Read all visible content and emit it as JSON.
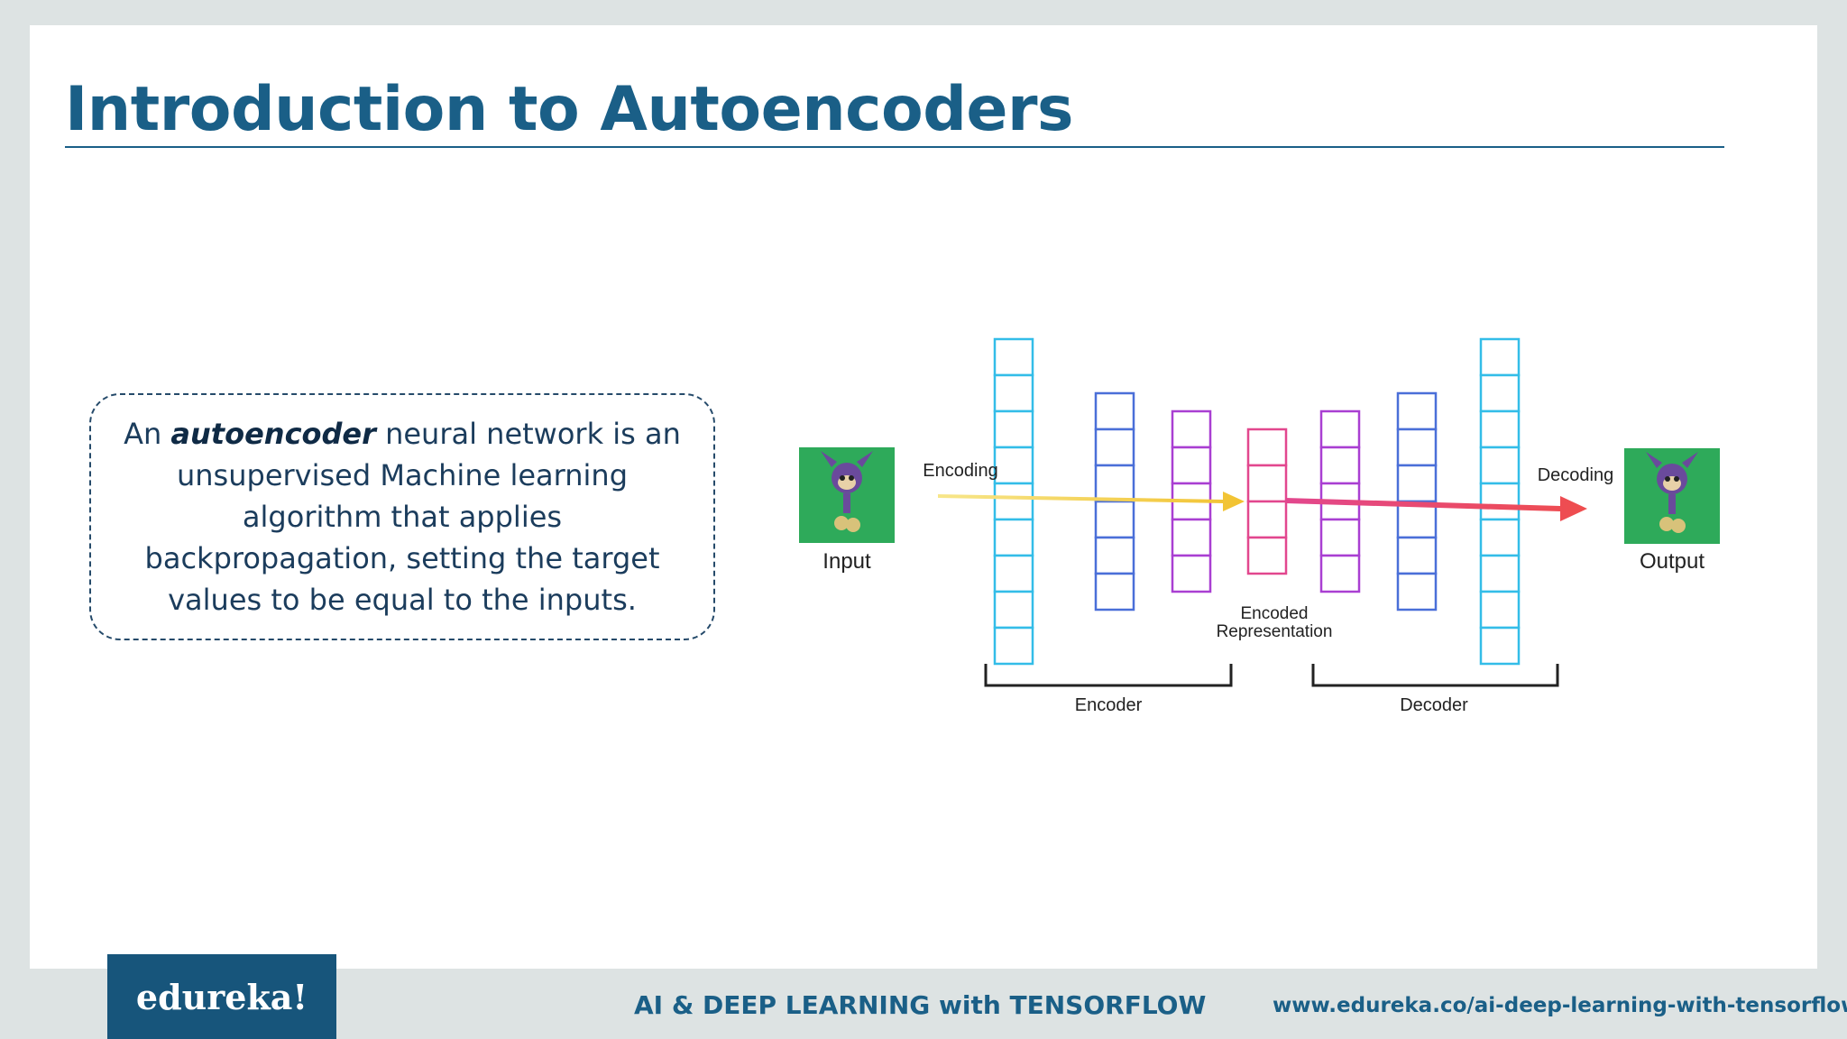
{
  "slide": {
    "title": "Introduction to Autoencoders",
    "description": {
      "before": "An ",
      "emphasis": "autoencoder",
      "after": " neural network is an unsupervised Machine learning algorithm that applies backpropagation, setting the target values to be equal to the inputs."
    }
  },
  "diagram": {
    "input_label": "Input",
    "output_label": "Output",
    "encoding_label": "Encoding",
    "decoding_label": "Decoding",
    "encoded_line1": "Encoded",
    "encoded_line2": "Representation",
    "encoder_label": "Encoder",
    "decoder_label": "Decoder",
    "layers": [
      {
        "cells": 9,
        "color": "#33bde8"
      },
      {
        "cells": 6,
        "color": "#4a6fd8"
      },
      {
        "cells": 5,
        "color": "#a93fd2"
      },
      {
        "cells": 4,
        "color": "#e2478e"
      },
      {
        "cells": 5,
        "color": "#a93fd2"
      },
      {
        "cells": 6,
        "color": "#4a6fd8"
      },
      {
        "cells": 9,
        "color": "#33bde8"
      }
    ],
    "colors": {
      "encoder_text": "#3b6fd3",
      "decoder_text": "#e06a2b",
      "encoding_arrow": "#f2c230",
      "decoding_arrow": "#ec4f5a",
      "image_bg": "#2eaa5a"
    },
    "icons": [
      "creature-input-image",
      "creature-output-image"
    ]
  },
  "footer": {
    "logo": "edureka!",
    "course": "AI & DEEP LEARNING with TENSORFLOW",
    "url": "www.edureka.co/ai-deep-learning-with-tensorflow"
  }
}
